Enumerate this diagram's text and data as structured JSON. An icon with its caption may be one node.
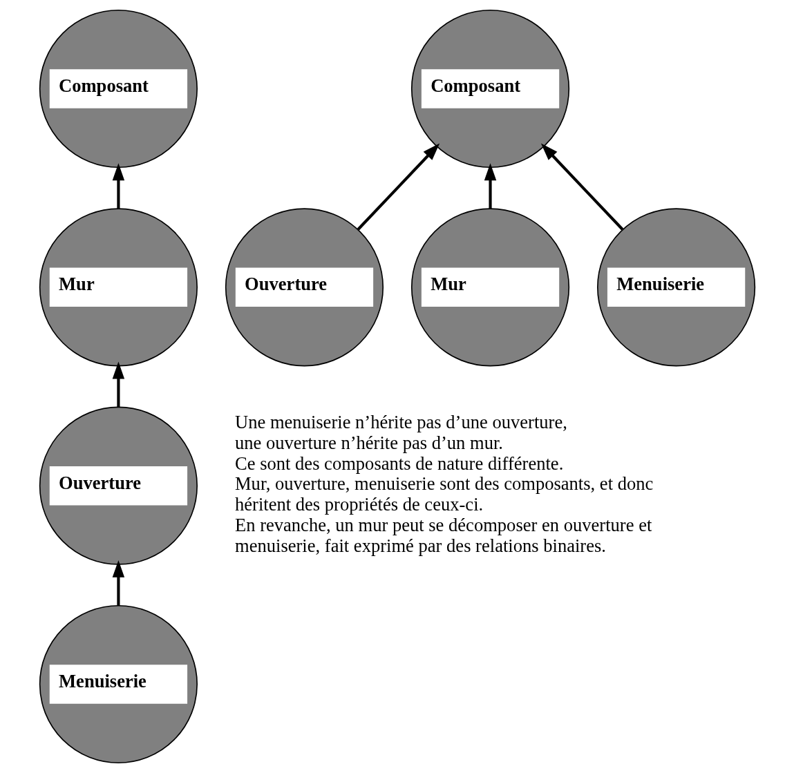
{
  "diagram": {
    "nodes": [
      {
        "text": [
          "Composant"
        ]
      },
      {
        "text": [
          "Mur"
        ]
      },
      {
        "text": [
          "Ouverture"
        ]
      },
      {
        "text": [
          "Menuiserie"
        ]
      },
      {
        "text": [
          "Composant"
        ]
      },
      {
        "text": [
          "Ouverture"
        ]
      },
      {
        "text": [
          "Mur"
        ]
      },
      {
        "text": [
          "Menuiserie"
        ]
      }
    ],
    "edges": [
      {
        "from": 1,
        "to": 0,
        "arrow": "to"
      },
      {
        "from": 2,
        "to": 1,
        "arrow": "to"
      },
      {
        "from": 3,
        "to": 2,
        "arrow": "to"
      },
      {
        "from": 5,
        "to": 4,
        "arrow": "to"
      },
      {
        "from": 6,
        "to": 4,
        "arrow": "to"
      },
      {
        "from": 7,
        "to": 4,
        "arrow": "to"
      }
    ],
    "labels": [
      "Une menuiserie n’hérite pas d’une ouverture,",
      "une ouverture n’hérite pas d’un mur.",
      "Ce sont des composants de nature différente.",
      "Mur, ouverture, menuiserie sont des composants, et donc",
      "héritent des propriétés de ceux-ci.",
      "En revanche, un mur peut se décomposer en ouverture et",
      "menuiserie, fait exprimé par des relations binaires."
    ]
  }
}
